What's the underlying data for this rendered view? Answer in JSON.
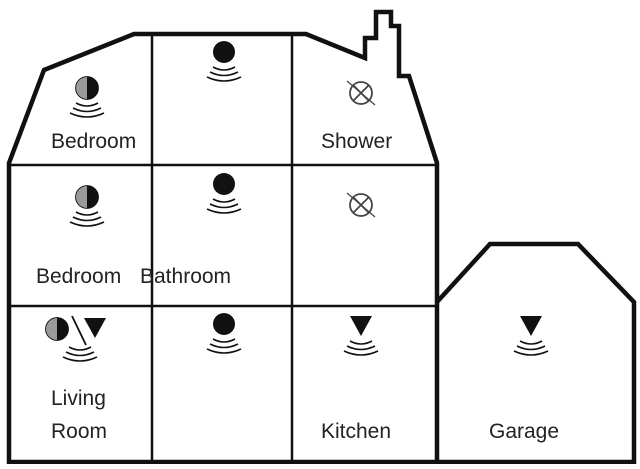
{
  "rooms": {
    "bedroom_top": "Bedroom",
    "shower": "Shower",
    "bedroom_mid": "Bedroom",
    "bathroom": "Bathroom",
    "living_line1": "Living",
    "living_line2": "Room",
    "kitchen": "Kitchen",
    "garage": "Garage"
  },
  "sensors": [
    {
      "room": "top-left",
      "type": "half-circle"
    },
    {
      "room": "top-middle",
      "type": "filled-circle"
    },
    {
      "room": "top-right",
      "type": "crossed-circle"
    },
    {
      "room": "middle-left",
      "type": "half-circle"
    },
    {
      "room": "middle-middle",
      "type": "filled-circle"
    },
    {
      "room": "middle-right",
      "type": "crossed-circle"
    },
    {
      "room": "bottom-left",
      "type": "half-circle-and-triangle"
    },
    {
      "room": "bottom-middle",
      "type": "filled-circle"
    },
    {
      "room": "bottom-right",
      "type": "triangle"
    },
    {
      "room": "garage",
      "type": "triangle"
    }
  ],
  "colors": {
    "line": "#111111",
    "background": "#ffffff",
    "half_fill": "#9a9a9a"
  }
}
